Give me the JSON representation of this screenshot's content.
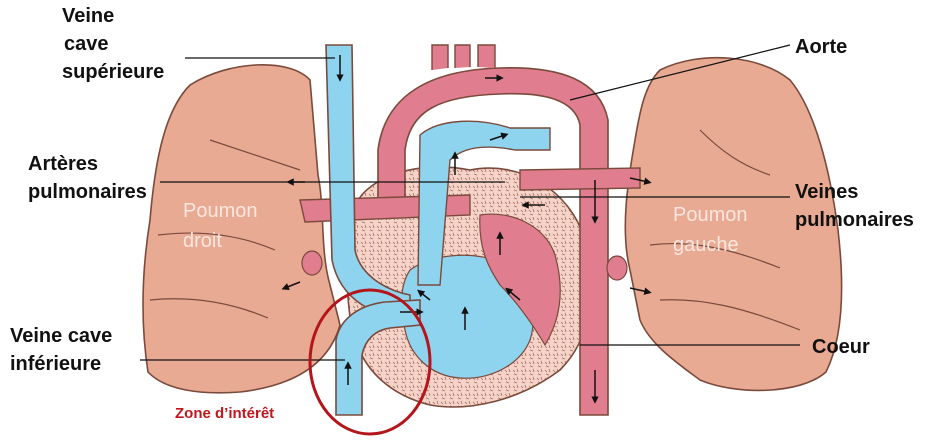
{
  "labels": {
    "veine_cave_superieure": [
      "Veine",
      "cave",
      "supérieure"
    ],
    "arteres_pulmonaires": [
      "Artères",
      "pulmonaires"
    ],
    "veine_cave_inferieure": [
      "Veine cave",
      "inférieure"
    ],
    "aorte": "Aorte",
    "veines_pulmonaires": [
      "Veines",
      "pulmonaires"
    ],
    "coeur": "Coeur",
    "poumon_droit": [
      "Poumon",
      "droit"
    ],
    "poumon_gauche": [
      "Poumon",
      "gauche"
    ],
    "zone_interet": "Zone d’intérêt"
  },
  "colors": {
    "lung": "#e9aa93",
    "lung_outline": "#7a4a3c",
    "venous_blood": "#8fd4ef",
    "arterial_blood": "#e07d8e",
    "heart_wall": "#f3c7bd",
    "zone_circle": "#b3151b"
  }
}
